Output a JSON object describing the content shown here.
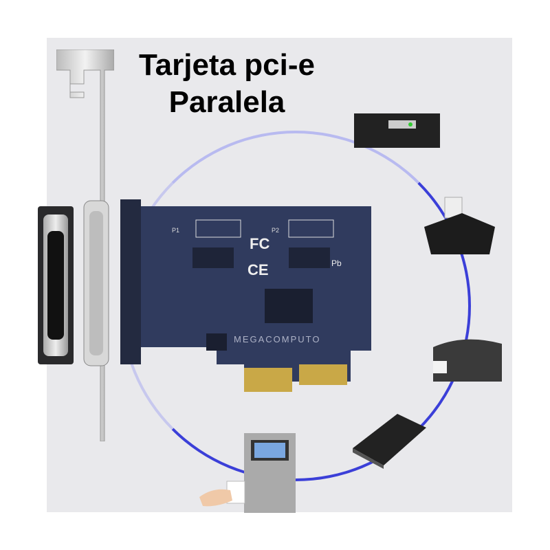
{
  "title": {
    "line1": "Tarjeta pci-e",
    "line2": "Paralela"
  },
  "pcb": {
    "label_p1": "P1",
    "label_p2": "P2",
    "fc_mark": "FC",
    "ce_mark": "CE",
    "pb_mark": "Pb"
  },
  "watermark": "MEGACOMPUTO",
  "colors": {
    "ring": "#3b3fd8",
    "pcb": "#303b5e",
    "panel": "#e9e9ec"
  }
}
